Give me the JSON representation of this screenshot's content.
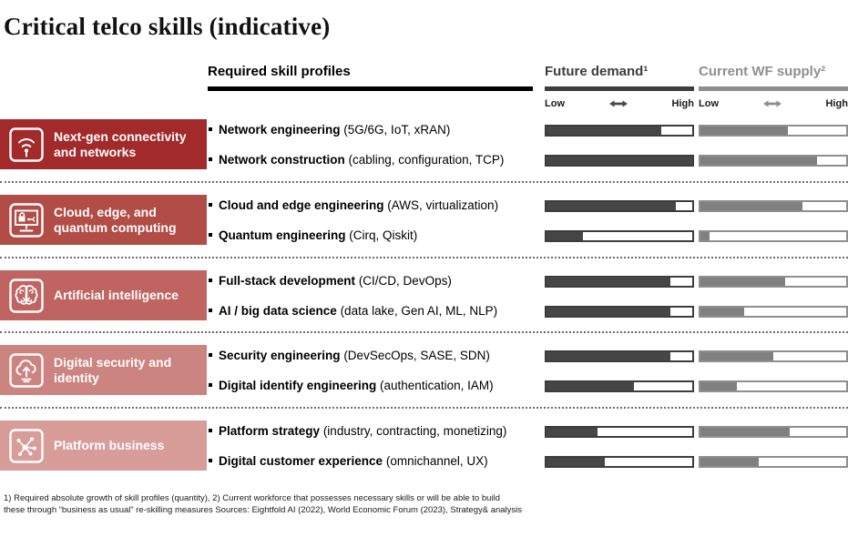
{
  "title": "Critical telco skills (indicative)",
  "columns": {
    "skills_header": "Required skill profiles",
    "future_header": "Future demand¹",
    "supply_header": "Current WF supply²",
    "scale_low": "Low",
    "scale_high": "High"
  },
  "colors": {
    "future_fill": "#464646",
    "future_border": "#3d3d3d",
    "supply_fill": "#808080",
    "supply_border": "#8f8f8f",
    "category_reds": [
      "#a32a2a",
      "#b14c46",
      "#bf6461",
      "#cc8481",
      "#d89c99"
    ]
  },
  "groups": [
    {
      "label": "Next-gen connectivity and networks",
      "icon": "wifi-icon",
      "color": "#a32a2a",
      "skills": [
        {
          "name": "Network engineering",
          "detail": "(5G/6G, IoT, xRAN)",
          "future": 79,
          "supply": 60
        },
        {
          "name": "Network construction",
          "detail": "(cabling, configuration, TCP)",
          "future": 100,
          "supply": 80
        }
      ]
    },
    {
      "label": "Cloud, edge, and quantum computing",
      "icon": "monitor-lock-icon",
      "color": "#b14c46",
      "skills": [
        {
          "name": "Cloud and edge engineering",
          "detail": "(AWS, virtualization)",
          "future": 89,
          "supply": 70
        },
        {
          "name": "Quantum engineering",
          "detail": "(Cirq, Qiskit)",
          "future": 25,
          "supply": 6
        }
      ]
    },
    {
      "label": "Artificial intelligence",
      "icon": "brain-icon",
      "color": "#bf6461",
      "skills": [
        {
          "name": "Full-stack development",
          "detail": "(CI/CD, DevOps)",
          "future": 85,
          "supply": 58
        },
        {
          "name": "AI / big data science",
          "detail": "(data lake, Gen AI, ML, NLP)",
          "future": 85,
          "supply": 30
        }
      ]
    },
    {
      "label": "Digital security and identity",
      "icon": "cloud-upload-icon",
      "color": "#cc8481",
      "skills": [
        {
          "name": "Security engineering",
          "detail": "(DevSecOps, SASE, SDN)",
          "future": 85,
          "supply": 50
        },
        {
          "name": "Digital identify engineering",
          "detail": "(authentication, IAM)",
          "future": 60,
          "supply": 25
        }
      ]
    },
    {
      "label": "Platform business",
      "icon": "network-nodes-icon",
      "color": "#d89c99",
      "skills": [
        {
          "name": "Platform strategy",
          "detail": "(industry, contracting, monetizing)",
          "future": 35,
          "supply": 61
        },
        {
          "name": "Digital customer experience",
          "detail": "(omnichannel, UX)",
          "future": 40,
          "supply": 40
        }
      ]
    }
  ],
  "footnote": {
    "line1": "1) Required absolute growth of skill profiles (quantity), 2) Current workforce that possesses necessary skills or will be able to build",
    "line2": "these through “business as usual” re-skilling measures Sources: Eightfold AI (2022), World Economic Forum (2023), Strategy& analysis"
  },
  "chart_data": {
    "type": "bar",
    "orientation": "horizontal",
    "title": "Critical telco skills (indicative)",
    "xlabel": "Low ↔ High (qualitative scale, rendered as 0–100%)",
    "legend_position": "column headers",
    "categories": [
      "Network engineering",
      "Network construction",
      "Cloud and edge engineering",
      "Quantum engineering",
      "Full-stack development",
      "AI / big data science",
      "Security engineering",
      "Digital identify engineering",
      "Platform strategy",
      "Digital customer experience"
    ],
    "category_groups": [
      "Next-gen connectivity and networks",
      "Next-gen connectivity and networks",
      "Cloud, edge, and quantum computing",
      "Cloud, edge, and quantum computing",
      "Artificial intelligence",
      "Artificial intelligence",
      "Digital security and identity",
      "Digital security and identity",
      "Platform business",
      "Platform business"
    ],
    "series": [
      {
        "name": "Future demand",
        "values": [
          79,
          100,
          89,
          25,
          85,
          85,
          85,
          60,
          35,
          40
        ]
      },
      {
        "name": "Current WF supply",
        "values": [
          60,
          80,
          70,
          6,
          58,
          30,
          50,
          25,
          61,
          40
        ]
      }
    ],
    "xlim": [
      0,
      100
    ],
    "grid": false
  }
}
